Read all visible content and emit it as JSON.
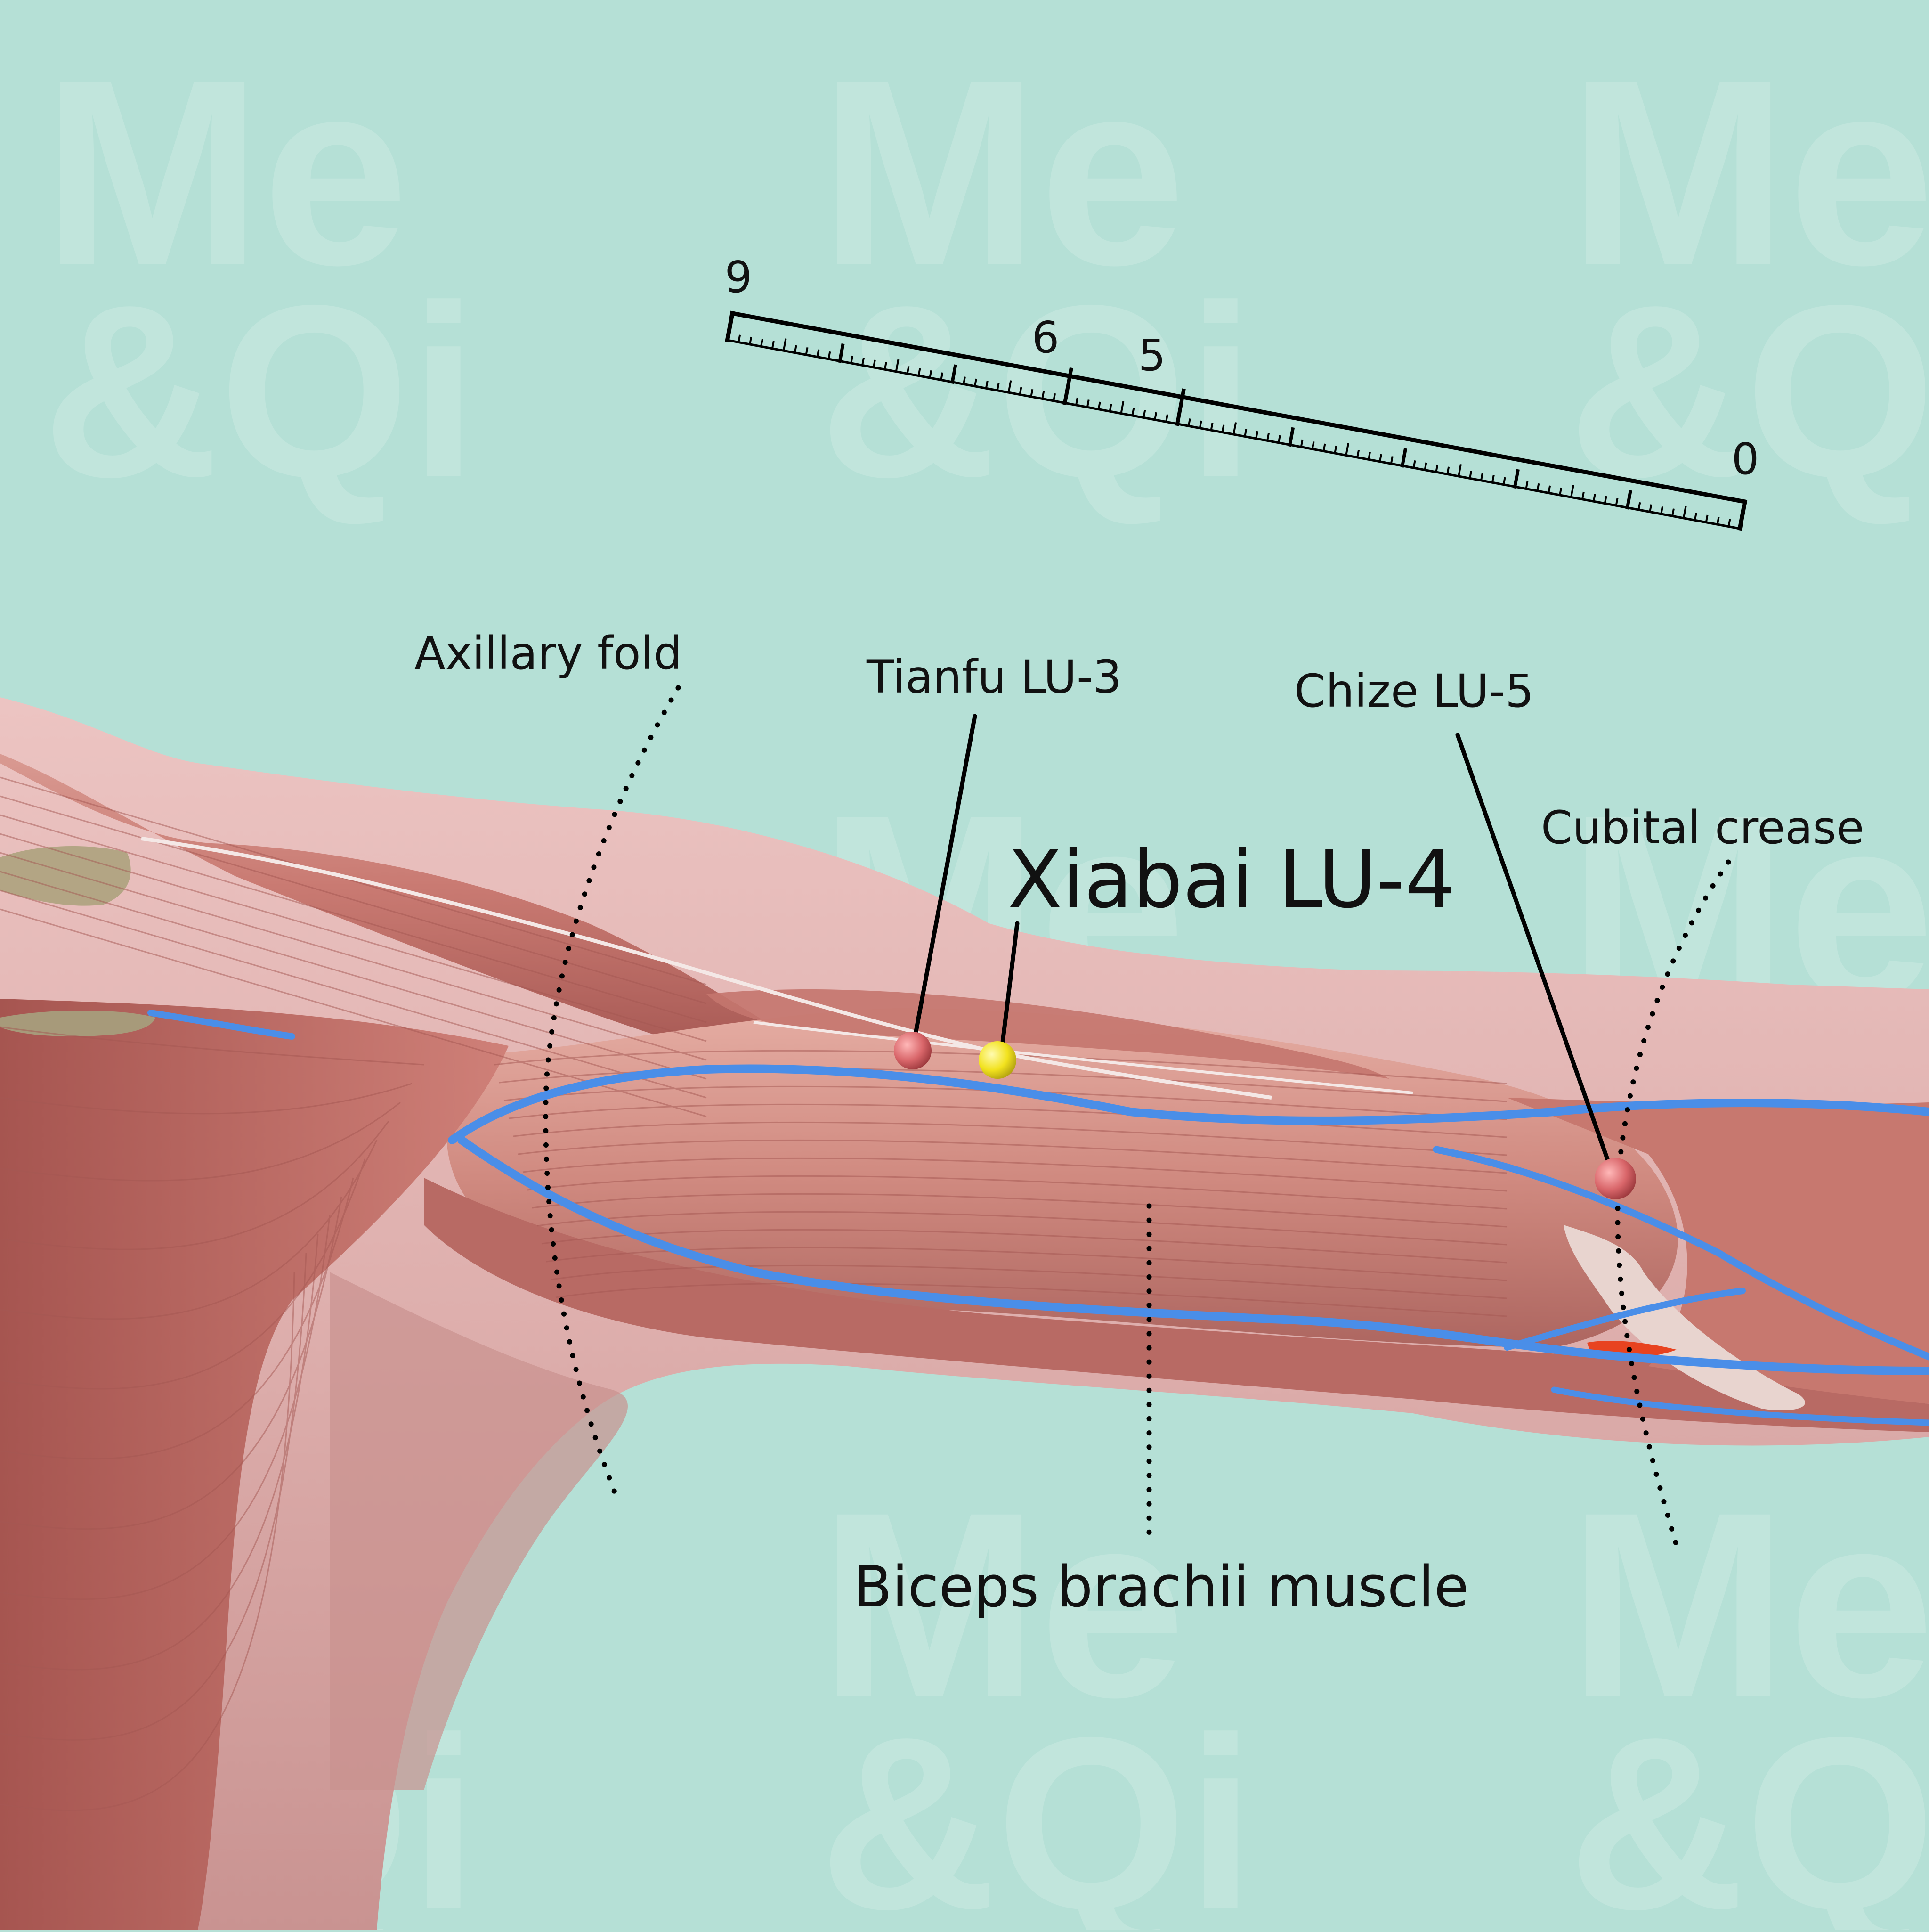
{
  "watermark": {
    "line1": "Me",
    "line2": "&Qi"
  },
  "title": "Xiabai LU-4",
  "labels": {
    "axillary_fold": "Axillary fold",
    "tianfu": "Tianfu LU-3",
    "chize": "Chize LU-5",
    "cubital_crease": "Cubital crease",
    "biceps": "Biceps brachii muscle"
  },
  "ruler": {
    "label_9": "9",
    "label_6": "6",
    "label_5": "5",
    "label_0": "0"
  },
  "colors": {
    "background": "#b5e0d6",
    "skin": "#e2b5b3",
    "muscle": "#c97a72",
    "vein": "#4a8ee8",
    "highlight_point": "#f2e21e",
    "neighbor_point": "#d9666a",
    "line": "#000000"
  }
}
